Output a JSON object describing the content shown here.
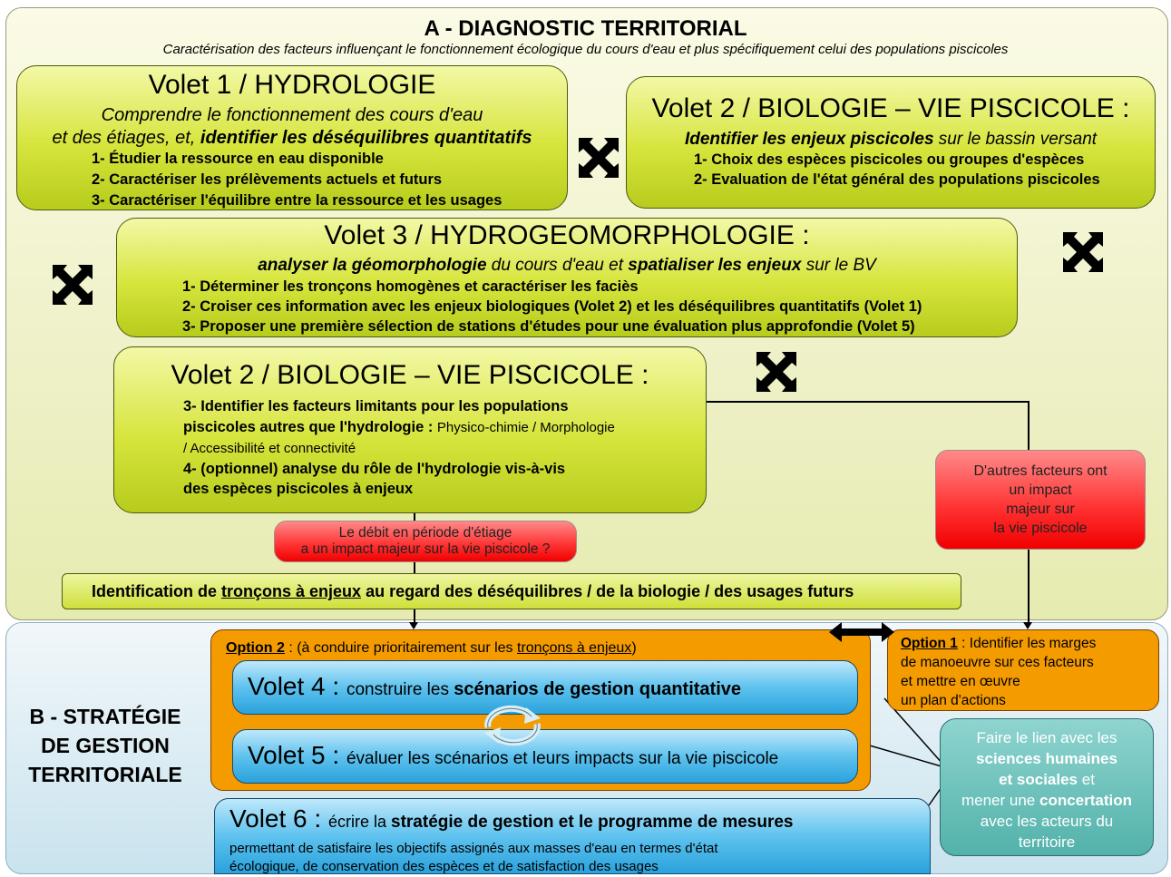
{
  "sectionA": {
    "title": "A - DIAGNOSTIC TERRITORIAL",
    "subtitle": "Caractérisation des facteurs influençant le fonctionnement écologique du cours d'eau et plus spécifiquement celui des populations piscicoles"
  },
  "volet1": {
    "title": "Volet 1 / HYDROLOGIE",
    "line1": "Comprendre le fonctionnement des cours d'eau",
    "line2a": "et des étiages, et, ",
    "line2b": "identifier les déséquilibres quantitatifs",
    "items": [
      "1- Étudier la ressource en eau disponible",
      "2- Caractériser les prélèvements actuels et futurs",
      "3- Caractériser l'équilibre entre la ressource et les usages"
    ]
  },
  "volet2a": {
    "title": "Volet 2 / BIOLOGIE – VIE PISCICOLE :",
    "line1a": "Identifier les enjeux piscicoles",
    "line1b": " sur le bassin versant",
    "items": [
      "1- Choix des espèces piscicoles ou groupes d'espèces",
      "2- Evaluation de l'état général des populations piscicoles"
    ]
  },
  "volet3": {
    "title": "Volet 3 / HYDROGEOMORPHOLOGIE :",
    "line_a": "analyser la géomorphologie",
    "line_b": " du cours d'eau et ",
    "line_c": "spatialiser les enjeux",
    "line_d": " sur le BV",
    "items": [
      "1- Déterminer les tronçons homogènes et caractériser les faciès",
      "2- Croiser ces information avec les enjeux biologiques (Volet 2) et les déséquilibres quantitatifs (Volet 1)",
      "3- Proposer une première sélection de stations d'études pour une évaluation plus approfondie (Volet 5)"
    ]
  },
  "volet2b": {
    "title": "Volet 2 / BIOLOGIE – VIE PISCICOLE :",
    "item3a": "3- Identifier les facteurs limitants pour les populations",
    "item3b": "piscicoles autres que l'hydrologie : ",
    "item3c": "Physico-chimie / Morphologie",
    "item3d": "/ Accessibilité et connectivité",
    "item4a": "4- (optionnel) analyse du rôle de l'hydrologie vis-à-vis",
    "item4b": "des espèces piscicoles à enjeux"
  },
  "redBox1": {
    "line1": "Le débit en période d'étiage",
    "line2": "a un impact majeur sur la vie piscicole ?"
  },
  "redBox2": {
    "lines": [
      "D'autres facteurs ont",
      "un impact",
      "majeur sur",
      "la vie piscicole"
    ]
  },
  "ident": {
    "a": "Identification de ",
    "b": "tronçons à enjeux",
    "c": " au regard des déséquilibres / de la biologie / des usages futurs"
  },
  "sectionB": {
    "lines": [
      "B - STRATÉGIE",
      "DE GESTION",
      "TERRITORIALE"
    ]
  },
  "option2": {
    "label": "Option 2",
    "rest_a": " : (à conduire prioritairement sur les ",
    "rest_b": "tronçons à enjeux",
    "rest_c": ")"
  },
  "option1": {
    "label": "Option 1",
    "rest": " : Identifier les marges",
    "lines": [
      "de manoeuvre sur ces facteurs",
      "et mettre en œuvre",
      "un plan d'actions"
    ]
  },
  "volet4": {
    "title": "Volet 4",
    "sep": " : ",
    "text_a": "construire les ",
    "text_b": "scénarios de gestion quantitative"
  },
  "volet5": {
    "title": "Volet 5",
    "sep": " : ",
    "text": "évaluer les scénarios et leurs impacts sur la vie piscicole"
  },
  "volet6": {
    "title": "Volet 6",
    "sep": " : ",
    "text_a": "écrire la ",
    "text_b": "stratégie de gestion et le programme de mesures",
    "line2": "permettant de satisfaire les objectifs assignés aux masses d'eau en termes d'état",
    "line3": "écologique, de conservation des espèces et de satisfaction des usages"
  },
  "tealBox": {
    "l1": "Faire le lien avec les",
    "l2": "sciences humaines",
    "l3a": "et sociales",
    "l3b": " et",
    "l4a": "mener une ",
    "l4b": "concertation",
    "l5": "avec les acteurs du",
    "l6": "territoire"
  },
  "colors": {
    "yellow": "#d6e53c",
    "red": "#ff3030",
    "blue": "#5ec2ee",
    "orange": "#f49b00",
    "teal": "#52b2aa"
  },
  "icons": [
    "cross-arrows-icon",
    "cycle-arrows-icon",
    "double-arrow-icon"
  ]
}
